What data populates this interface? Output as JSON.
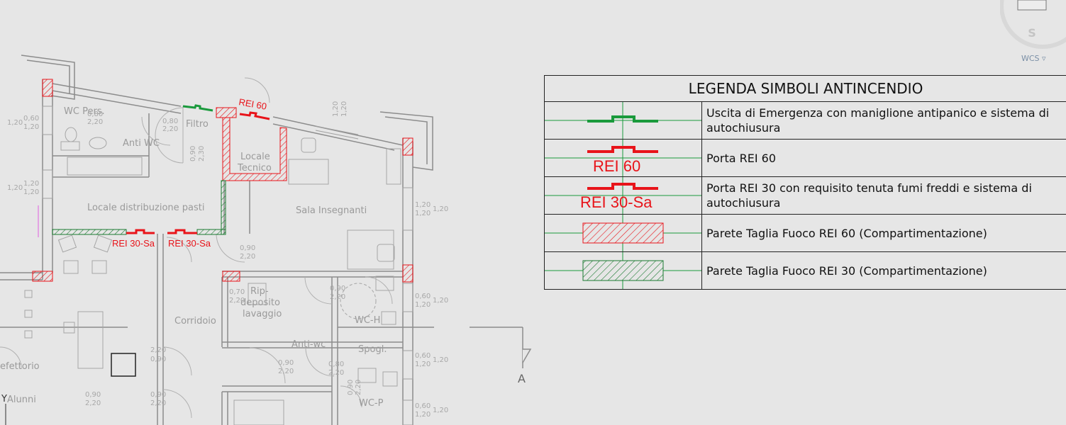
{
  "legend": {
    "title": "LEGENDA SIMBOLI ANTINCENDIO",
    "rows": [
      {
        "desc": "Uscita di Emergenza con maniglione antipanico e sistema di autochiusura",
        "symbol": "emergency-exit",
        "label": ""
      },
      {
        "desc": "Porta REI 60",
        "symbol": "door-rei60",
        "label": "REI 60"
      },
      {
        "desc": "Porta REI 30 con requisito tenuta fumi freddi e sistema di autochiusura",
        "symbol": "door-rei30",
        "label": "REI 30-Sa"
      },
      {
        "desc": "Parete Taglia Fuoco REI 60 (Compartimentazione)",
        "symbol": "wall-rei60-hatch",
        "label": ""
      },
      {
        "desc": "Parete Taglia Fuoco REI 30 (Compartimentazione)",
        "symbol": "wall-rei30-hatch",
        "label": ""
      }
    ]
  },
  "colors": {
    "green": "#1a9a3c",
    "red": "#e8141a",
    "wall": "#8c8c8c",
    "background": "#e6e6e6"
  },
  "rooms": {
    "wc_pers": "WC Pers.",
    "anti_wc": "Anti WC",
    "filtro": "Filtro",
    "locale_tecnico_1": "Locale",
    "locale_tecnico_2": "Tecnico",
    "locale_distribuzione": "Locale distribuzione pasti",
    "sala_insegnanti": "Sala Insegnanti",
    "rip_1": "Rip-",
    "rip_2": "deposito",
    "rip_3": "lavaggio",
    "corridoio": "Corridoio",
    "anti_wc_2": "Anti-wc",
    "wc_h": "WC-H",
    "spogl": "Spogl.",
    "wc_p": "WC-P",
    "refettorio": "efettorio",
    "alunni": "Alunni"
  },
  "plan_labels": {
    "rei60": "REI 60",
    "rei30_a": "REI 30-Sa",
    "rei30_b": "REI 30-Sa",
    "section": "A"
  },
  "dimensions": {
    "d_080_220": "0,80",
    "d_220": "2,20",
    "d_060": "0,60",
    "d_120": "1,20",
    "d_090": "0,90",
    "d_070": "0,70",
    "d_230": "2,30"
  },
  "ui": {
    "wcs": "WCS",
    "viewcube_face": "S",
    "ucs_y": "Y"
  }
}
